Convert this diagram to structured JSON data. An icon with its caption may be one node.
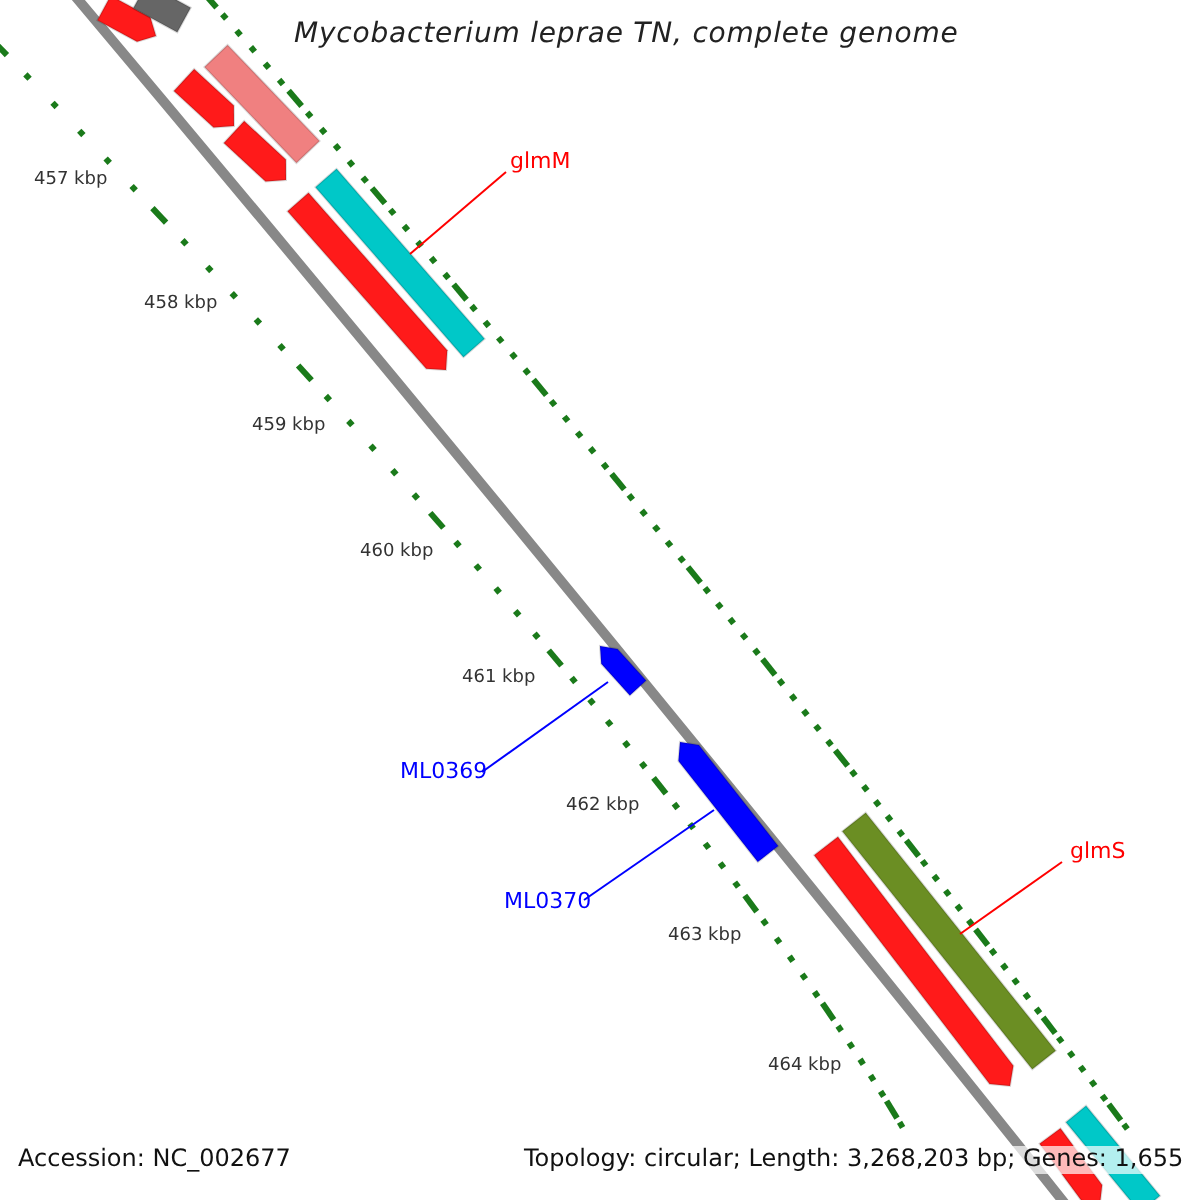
{
  "diagram": {
    "title": "Mycobacterium leprae TN, complete genome",
    "nodes": [
      {
        "text": [
          "glmM"
        ]
      },
      {
        "text": [],
        "shape": "bar"
      },
      {
        "text": [
          "ML0369"
        ]
      },
      {
        "text": [],
        "shape": "bar"
      },
      {
        "text": [
          "ML0370"
        ]
      },
      {
        "text": [],
        "shape": "bar"
      },
      {
        "text": [
          "glmS"
        ]
      },
      {
        "text": [],
        "shape": "bar"
      },
      {
        "text": [],
        "shape": "bar"
      },
      {
        "text": [],
        "shape": "bar"
      },
      {
        "text": [],
        "shape": "bar"
      },
      {
        "text": [],
        "shape": "bar"
      },
      {
        "text": [],
        "shape": "bar"
      },
      {
        "text": [],
        "shape": "bar"
      },
      {
        "text": [],
        "shape": "bar"
      },
      {
        "text": [],
        "shape": "bar"
      },
      {
        "text": [],
        "shape": "bar"
      }
    ],
    "edges": [
      {
        "from": 0,
        "to": 1,
        "arrow": "none",
        "color": "#ff0000"
      },
      {
        "from": 2,
        "to": 3,
        "arrow": "none",
        "color": "#0000ff"
      },
      {
        "from": 4,
        "to": 5,
        "arrow": "none",
        "color": "#0000ff"
      },
      {
        "from": 6,
        "to": 7,
        "arrow": "none",
        "color": "#ff0000"
      }
    ],
    "labels": [
      "457 kbp",
      "458 kbp",
      "459 kbp",
      "460 kbp",
      "461 kbp",
      "462 kbp",
      "463 kbp",
      "464 kbp",
      "Accession: NC_002677",
      "Topology: circular; Length: 3,268,203 bp; Genes: 1,655"
    ]
  }
}
